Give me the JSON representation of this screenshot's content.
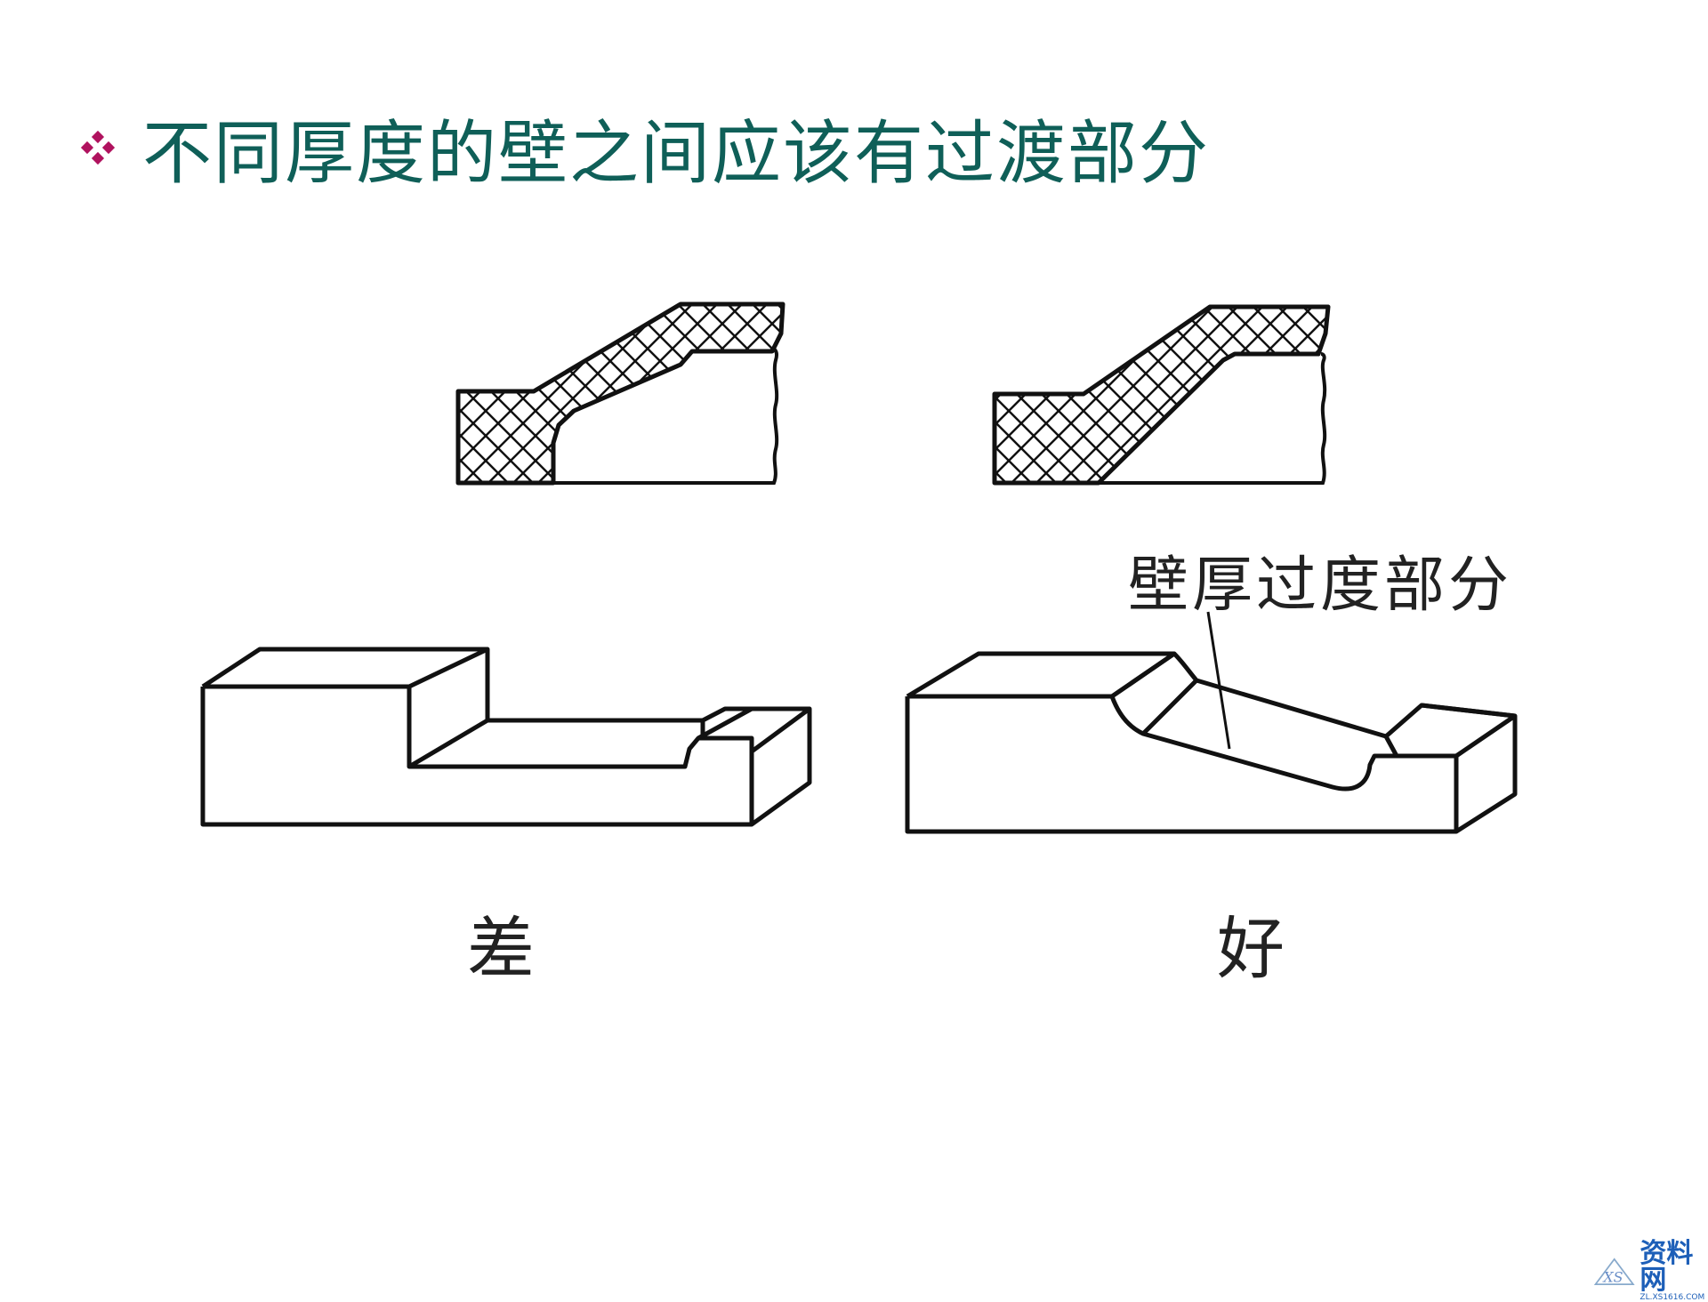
{
  "slide": {
    "title": "不同厚度的壁之间应该有过渡部分",
    "bullet_color": "#b0125e",
    "title_color": "#0f5f58"
  },
  "diagram": {
    "callout_label": "壁厚过度部分",
    "bad_label": "差",
    "good_label": "好"
  },
  "watermark": {
    "logo_text": "XS",
    "text": "资料网",
    "url": "ZL.XS1616.COM"
  }
}
